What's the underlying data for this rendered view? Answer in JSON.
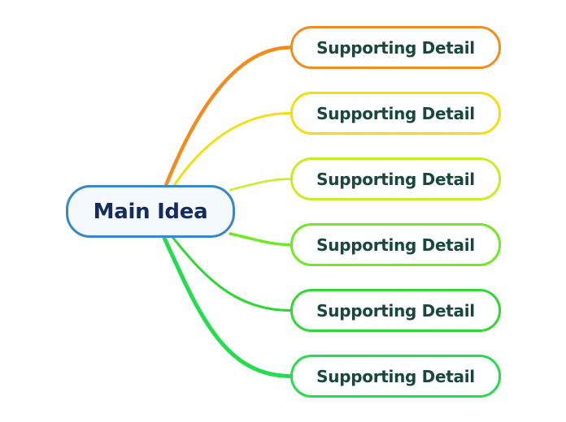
{
  "diagram": {
    "type": "mindmap",
    "background_color": "#ffffff",
    "root": {
      "label": "Main Idea",
      "border_color": "#3a87c6",
      "fill_color": "#f3f9fd",
      "text_color": "#152a5e"
    },
    "branch_text_color": "#17493a",
    "branch_fill_color": "#ffffff",
    "branches": [
      {
        "label": "Supporting Detail",
        "color": "#f28c1e"
      },
      {
        "label": "Supporting Detail",
        "color": "#f6dd0f"
      },
      {
        "label": "Supporting Detail",
        "color": "#c4ef20"
      },
      {
        "label": "Supporting Detail",
        "color": "#70e822"
      },
      {
        "label": "Supporting Detail",
        "color": "#2fd732"
      },
      {
        "label": "Supporting Detail",
        "color": "#24dc4e"
      }
    ]
  }
}
